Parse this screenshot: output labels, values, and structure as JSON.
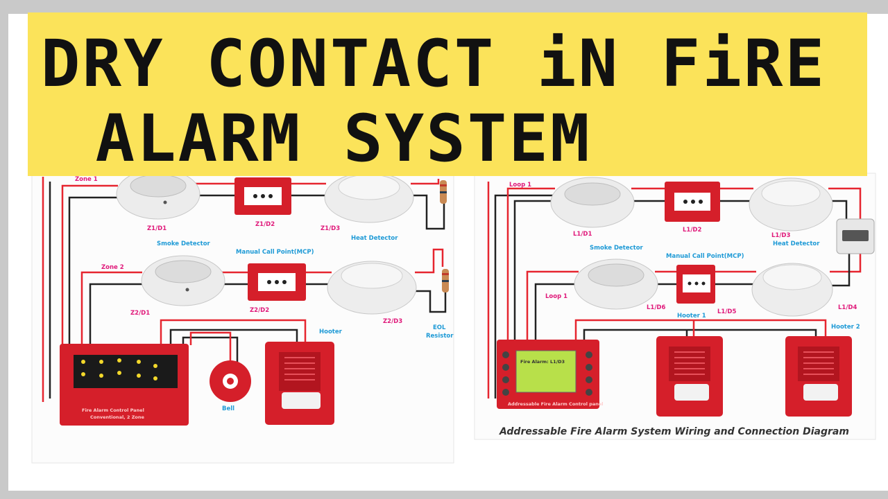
{
  "banner": {
    "line1": "DRY CONTACT iN FiRE",
    "line2": "ALARM SYSTEM"
  },
  "conventional": {
    "zone1": "Zone 1",
    "zone2": "Zone 2",
    "z1d1": "Z1/D1",
    "z1d2": "Z1/D2",
    "z1d3": "Z1/D3",
    "z2d1": "Z2/D1",
    "z2d2": "Z2/D2",
    "z2d3": "Z2/D3",
    "smoke": "Smoke Detector",
    "mcp": "Manual Call Point(MCP)",
    "heat": "Heat Detector",
    "hooter": "Hooter",
    "eol1": "EOL",
    "eol2": "Resistor",
    "bell": "Bell",
    "panel1": "Fire Alarm Control Panel",
    "panel2": "Conventional, 2 Zone"
  },
  "addressable": {
    "loop1": "Loop 1",
    "loop1b": "Loop 1",
    "l1d1": "L1/D1",
    "l1d2": "L1/D2",
    "l1d3": "L1/D3",
    "l1d4": "L1/D4",
    "l1d5": "L1/D5",
    "l1d6": "L1/D6",
    "smoke": "Smoke Detector",
    "mcp": "Manual Call Point(MCP)",
    "heat": "Heat Detector",
    "hooter1": "Hooter 1",
    "hooter2": "Hooter 2",
    "screen": "Fire Alarm: L1/D3",
    "panel": "Addressable Fire Alarm Control panel",
    "caption": "Addressable Fire Alarm System Wiring and Connection Diagram"
  },
  "colors": {
    "banner": "#fbe35a",
    "device_red": "#d51f2a",
    "wire_red": "#e6252f",
    "wire_black": "#222222",
    "label_pink": "#e0197a",
    "label_blue": "#1e9ad6",
    "lcd": "#b8e04a"
  }
}
